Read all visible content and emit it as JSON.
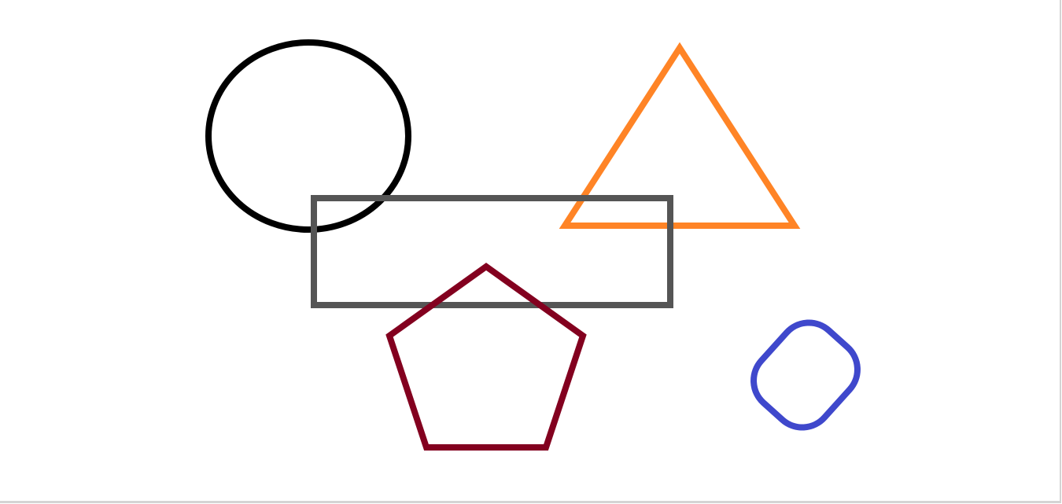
{
  "canvas": {
    "background": "#ffffff",
    "border_color": "#d4d4d4"
  },
  "shapes": [
    {
      "id": "circle",
      "kind": "ellipse",
      "stroke": "#000000"
    },
    {
      "id": "triangle",
      "kind": "triangle",
      "stroke": "#ff8426"
    },
    {
      "id": "rectangle",
      "kind": "rectangle",
      "stroke": "#555555"
    },
    {
      "id": "pentagon",
      "kind": "pentagon",
      "stroke": "#83001f"
    },
    {
      "id": "rounded-square",
      "kind": "rounded-rectangle",
      "stroke": "#3f48cc"
    }
  ]
}
